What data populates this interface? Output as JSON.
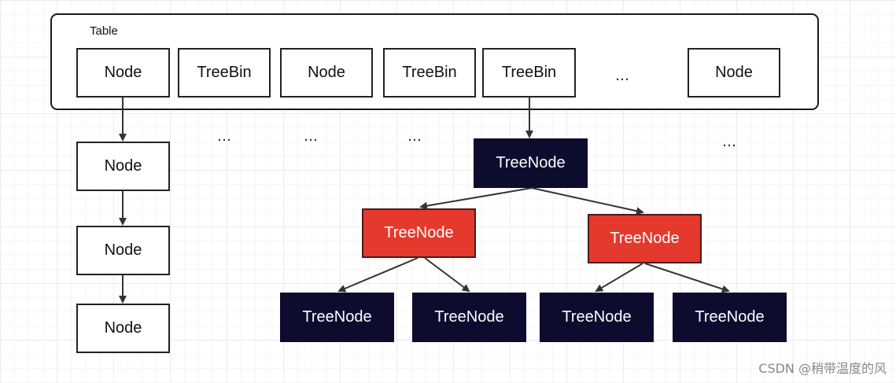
{
  "table": {
    "label": "Table",
    "slots": [
      "Node",
      "TreeBin",
      "Node",
      "TreeBin",
      "TreeBin",
      "Node"
    ],
    "ellipsis": "…"
  },
  "chain": [
    "Node",
    "Node",
    "Node"
  ],
  "chain_ellipses": [
    "…",
    "…",
    "…",
    "…"
  ],
  "tree": {
    "root": "TreeNode",
    "level1": [
      "TreeNode",
      "TreeNode"
    ],
    "level2": [
      "TreeNode",
      "TreeNode",
      "TreeNode",
      "TreeNode"
    ],
    "colors": {
      "black": "#0d0b2e",
      "red": "#e4392c"
    }
  },
  "watermark": "CSDN @稍带温度的风"
}
